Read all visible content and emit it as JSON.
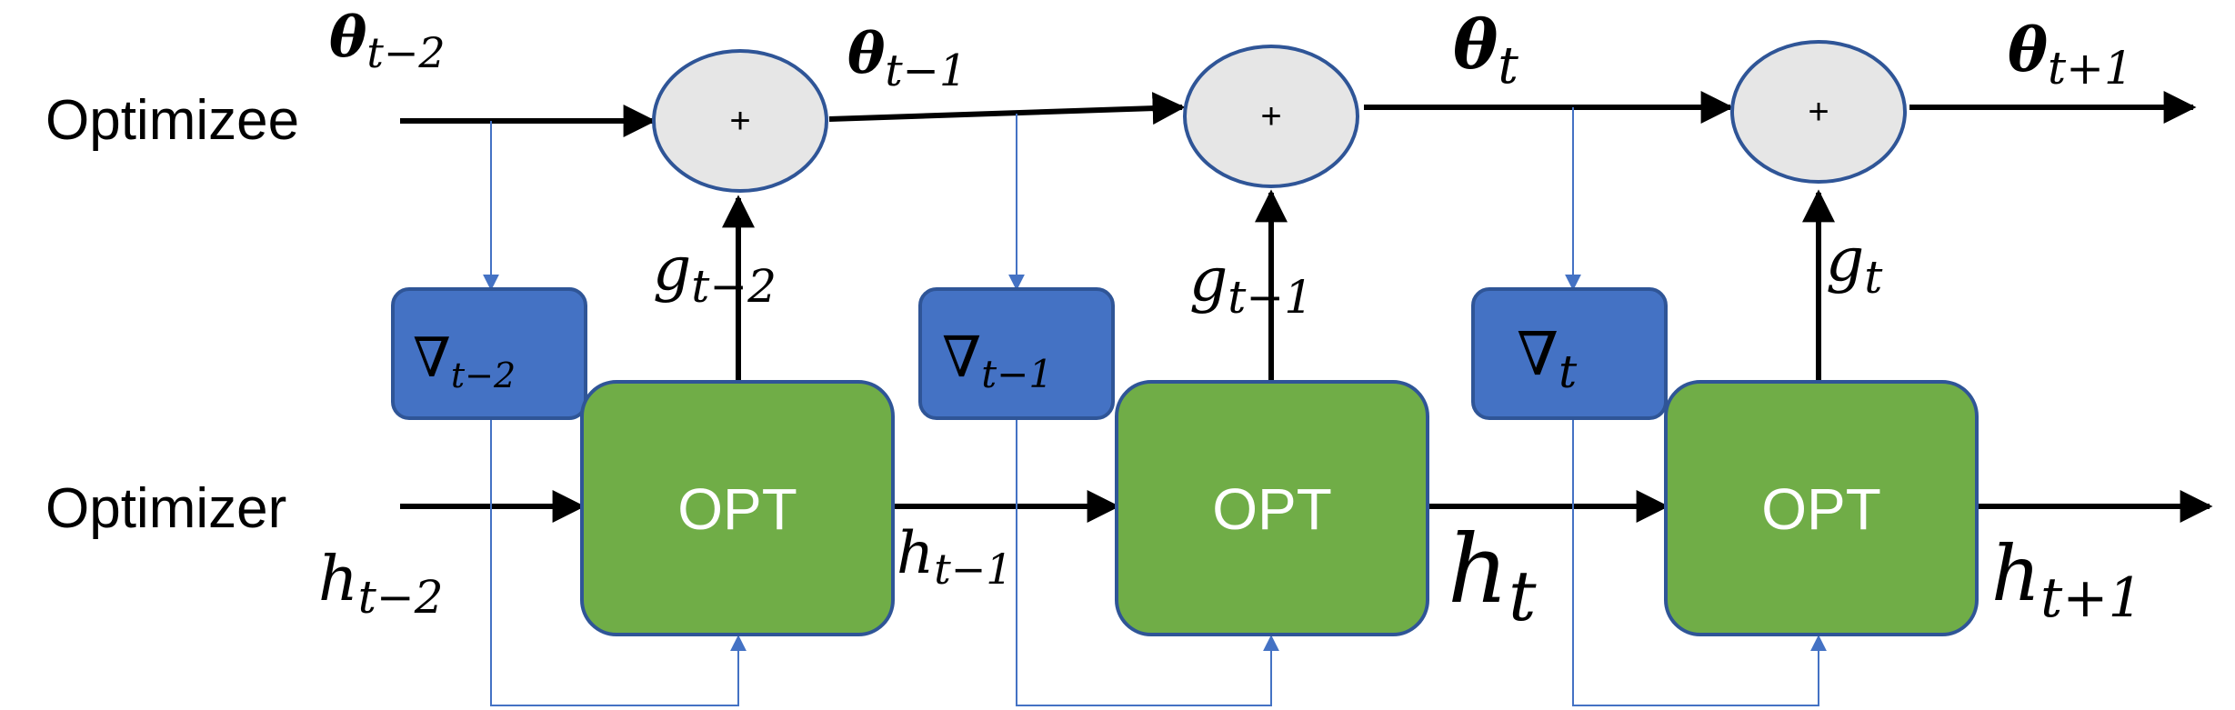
{
  "rows": {
    "optimizee": "Optimizee",
    "optimizer": "Optimizer"
  },
  "nodes": {
    "opt_label": "OPT",
    "plus_label": "+"
  },
  "theta": {
    "symbol": "θ",
    "subs": [
      "t−2",
      "t−1",
      "t",
      "t+1"
    ]
  },
  "g": {
    "symbol": "g",
    "subs": [
      "t−2",
      "t−1",
      "t"
    ]
  },
  "grad": {
    "symbol": "∇",
    "subs": [
      "t−2",
      "t−1",
      "t"
    ]
  },
  "h": {
    "symbol": "h",
    "subs": [
      "t−2",
      "t−1",
      "t",
      "t+1"
    ]
  },
  "colors": {
    "opt_fill": "#70ad47",
    "opt_stroke": "#2f5597",
    "grad_fill": "#4472c4",
    "grad_stroke": "#2f5597",
    "plus_fill": "#e6e6e6",
    "plus_stroke": "#2f5597",
    "feedback_line": "#4472c4",
    "arrow": "#000000"
  }
}
